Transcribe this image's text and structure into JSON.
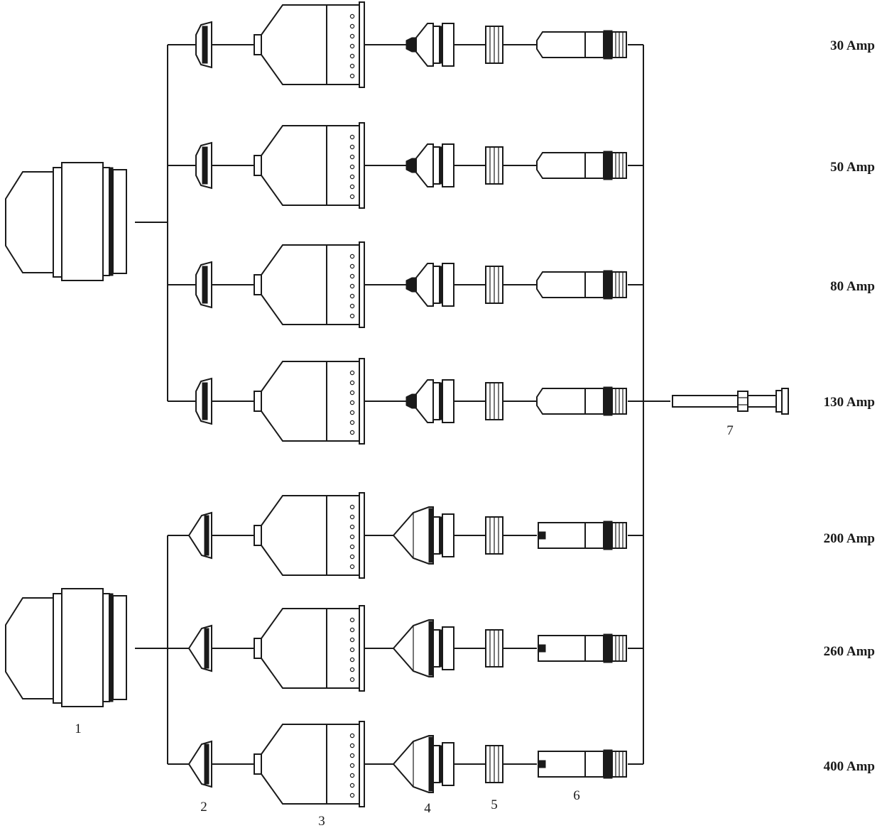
{
  "amp_labels": [
    "30 Amp",
    "50 Amp",
    "80 Amp",
    "130 Amp",
    "200 Amp",
    "260 Amp",
    "400 Amp"
  ],
  "part_numbers": [
    "1",
    "2",
    "3",
    "4",
    "5",
    "6",
    "7"
  ],
  "colors": {
    "ink": "#1a1a1a",
    "background": "#ffffff"
  }
}
